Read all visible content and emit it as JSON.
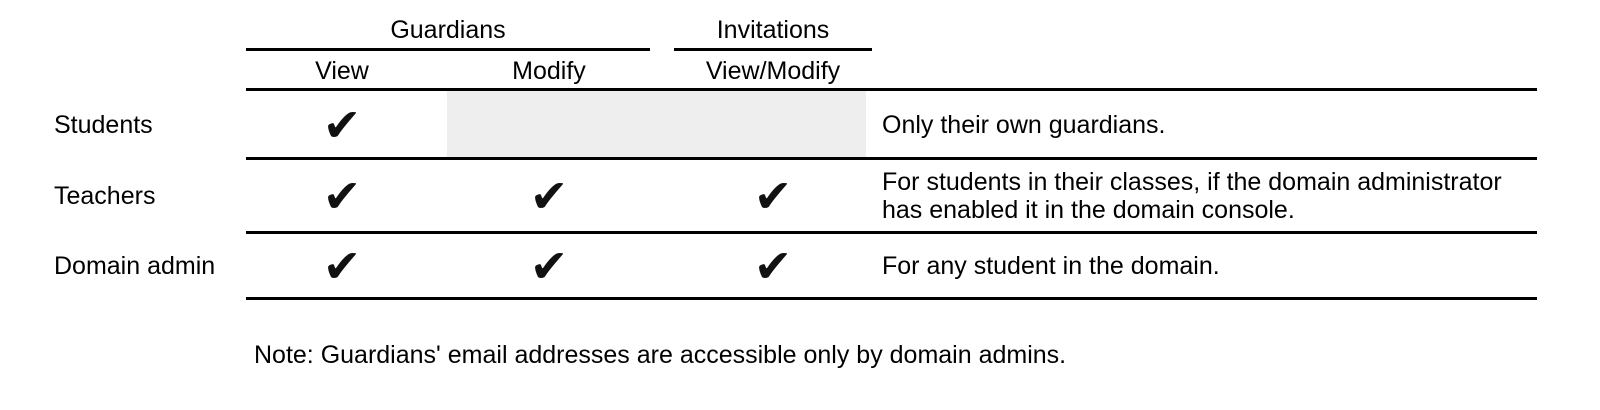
{
  "colors": {
    "background": "#ffffff",
    "text": "#000000",
    "rule": "#000000",
    "disabled_shading": "#eeeeee"
  },
  "glyphs": {
    "check": "✔"
  },
  "table": {
    "group_headers": [
      {
        "label": "Guardians"
      },
      {
        "label": "Invitations"
      }
    ],
    "column_headers": [
      {
        "label": "View"
      },
      {
        "label": "Modify"
      },
      {
        "label": "View/Modify"
      }
    ],
    "rows": [
      {
        "label": "Students",
        "cells": [
          "✔",
          "",
          ""
        ],
        "shaded": true,
        "note": "Only their own guardians."
      },
      {
        "label": "Teachers",
        "cells": [
          "✔",
          "✔",
          "✔"
        ],
        "shaded": false,
        "note": "For students in their classes, if the domain administrator has enabled it in the domain console."
      },
      {
        "label": "Domain admin",
        "cells": [
          "✔",
          "✔",
          "✔"
        ],
        "shaded": false,
        "note": "For any student in the domain."
      }
    ]
  },
  "footnote": "Note: Guardians' email addresses are accessible only by domain admins."
}
